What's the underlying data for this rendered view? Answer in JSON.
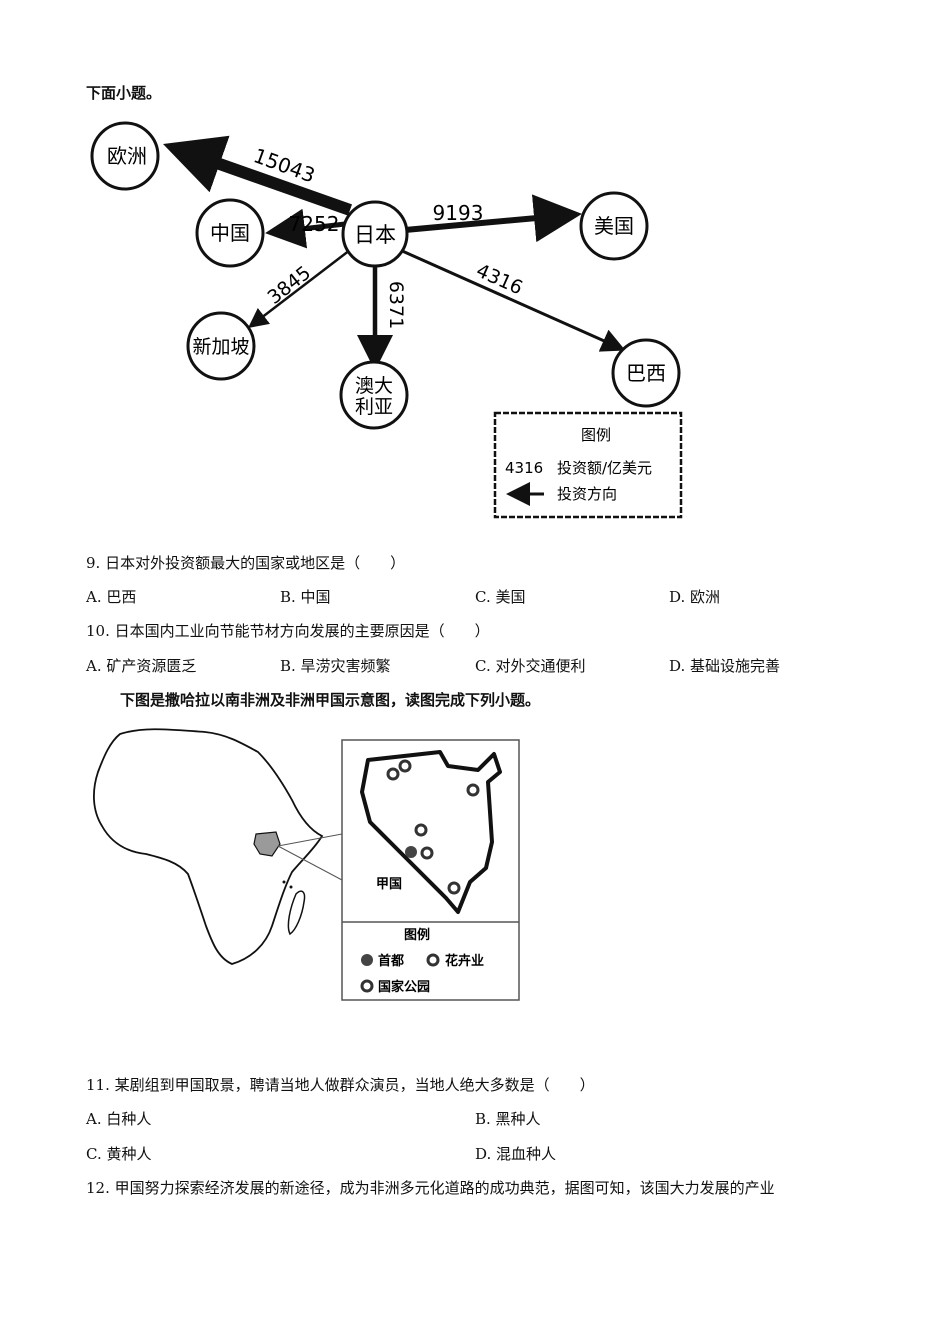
{
  "intro_tail": "下面小题。",
  "flow_diagram": {
    "center": "日本",
    "nodes": [
      {
        "name": "欧洲",
        "value": "15043"
      },
      {
        "name": "中国",
        "value": "7252"
      },
      {
        "name": "美国",
        "value": "9193"
      },
      {
        "name": "新加坡",
        "value": "3845"
      },
      {
        "name": "澳大利亚",
        "line1": "澳大",
        "line2": "利亚",
        "value": "6371"
      },
      {
        "name": "巴西",
        "value": "4316"
      }
    ],
    "legend": {
      "title": "图例",
      "sample_value": "4316",
      "value_label": "投资额/亿美元",
      "arrow_label": "投资方向"
    }
  },
  "q9": {
    "stem": "9. 日本对外投资额最大的国家或地区是（　　）",
    "options": [
      "A. 巴西",
      "B. 中国",
      "C. 美国",
      "D. 欧洲"
    ]
  },
  "q10": {
    "stem": "10. 日本国内工业向节能节材方向发展的主要原因是（　　）",
    "options": [
      "A. 矿产资源匮乏",
      "B. 旱涝灾害频繁",
      "C. 对外交通便利",
      "D. 基础设施完善"
    ]
  },
  "map_intro": "下图是撒哈拉以南非洲及非洲甲国示意图，读图完成下列小题。",
  "africa_map": {
    "country_label": "甲国",
    "legend": {
      "title": "图例",
      "capital": "首都",
      "flower": "花卉业",
      "park": "国家公园"
    }
  },
  "q11": {
    "stem": "11. 某剧组到甲国取景，聘请当地人做群众演员，当地人绝大多数是（　　）",
    "options": [
      "A. 白种人",
      "B. 黑种人",
      "C. 黄种人",
      "D. 混血种人"
    ]
  },
  "q12": {
    "stem": "12. 甲国努力探索经济发展的新途径，成为非洲多元化道路的成功典范，据图可知，该国大力发展的产业"
  }
}
